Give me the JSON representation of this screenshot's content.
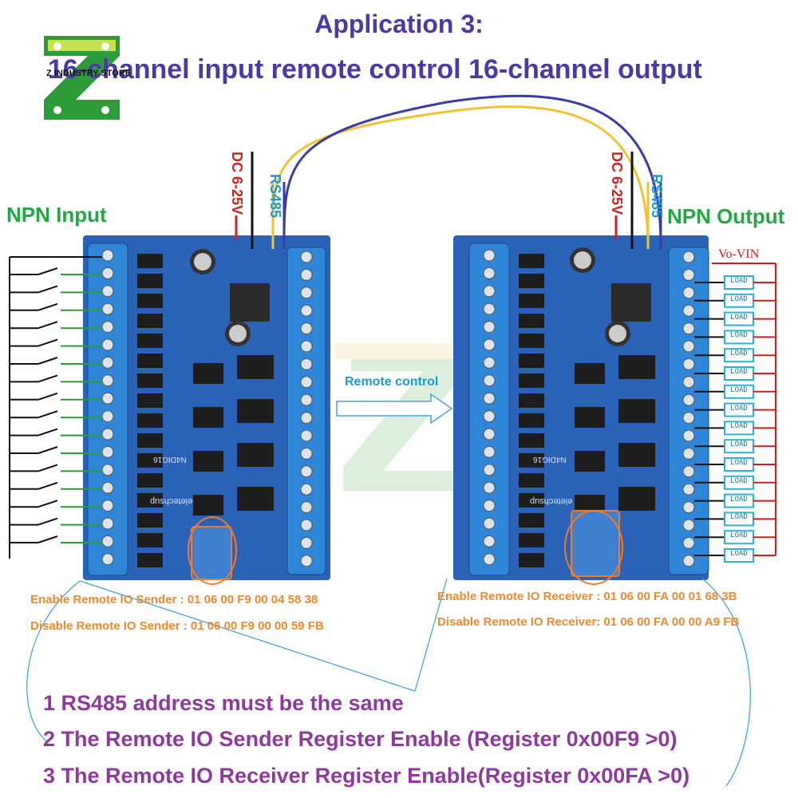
{
  "title": {
    "line1": "Application 3:",
    "line2": "16-channel input remote control 16-channel output"
  },
  "brand": {
    "text": "Z INDUSTRY STORE"
  },
  "left_board": {
    "section_label": "NPN Input",
    "power_label": "DC 6-25V",
    "bus_label": "RS485",
    "model": "N4DIG16",
    "maker": "eletechsup",
    "commands": [
      "Enable Remote IO Sender  : 01 06 00 F9 00 04 58 38",
      "Disable Remote IO Sender : 01 06 00 F9 00 00 59 FB"
    ]
  },
  "right_board": {
    "section_label": "NPN Output",
    "power_label": "DC 6-25V",
    "bus_label": "RS485",
    "model": "N4DIG16",
    "maker": "eletechsup",
    "supply_label": "Vo-VIN",
    "load_label": "LOAD",
    "load_count": 16,
    "commands": [
      "Enable Remote IO Receiver : 01 06 00 FA 00 01 68 3B",
      "Disable Remote IO Receiver: 01 06 00 FA 00 00 A9 FB"
    ]
  },
  "remote_label": "Remote control",
  "notes": [
    "1 RS485 address must be the same",
    "2 The Remote IO Sender Register Enable  (Register 0x00F9 >0)",
    "3 The Remote IO Receiver Register Enable(Register 0x00FA >0)"
  ],
  "colors": {
    "title": "#4b3aa6",
    "section_label": "#22a845",
    "command_text": "#ec8a2e",
    "note_text": "#8e3a9d",
    "board": "#2a62b8",
    "terminal": "#2f86d8",
    "wire_yellow": "#f2c230",
    "wire_blue": "#3a3aa8",
    "power_red": "#d0201f",
    "load_cyan": "#2bb3cf"
  }
}
